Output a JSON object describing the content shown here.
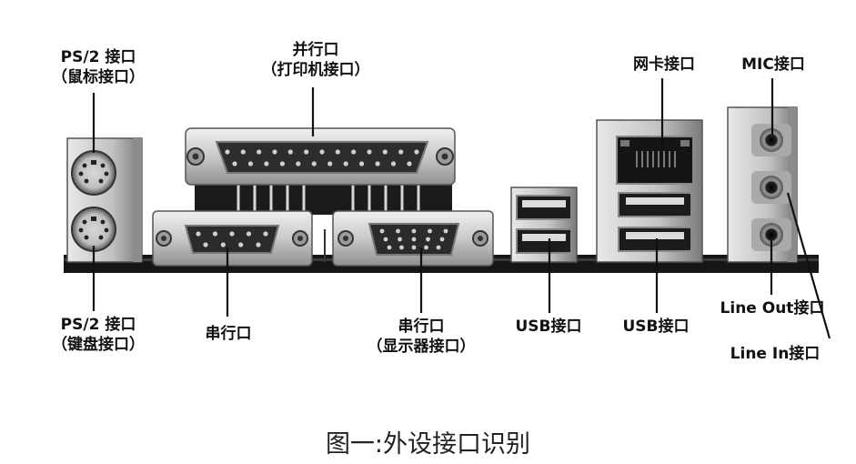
{
  "labels": {
    "ps2_mouse": {
      "line1": "PS/2 接口",
      "line2": "（鼠标接口）"
    },
    "parallel": {
      "line1": "并行口",
      "line2": "（打印机接口）"
    },
    "network": "网卡接口",
    "mic": "MIC接口",
    "ps2_keyboard": {
      "line1": "PS/2 接口",
      "line2": "（键盘接口）"
    },
    "serial": "串行口",
    "vga": {
      "line1": "串行口",
      "line2": "（显示器接口）"
    },
    "usb_left": "USB接口",
    "usb_right": "USB接口",
    "line_out": "Line Out接口",
    "line_in": "Line In接口"
  },
  "caption": "图一:外设接口识别"
}
